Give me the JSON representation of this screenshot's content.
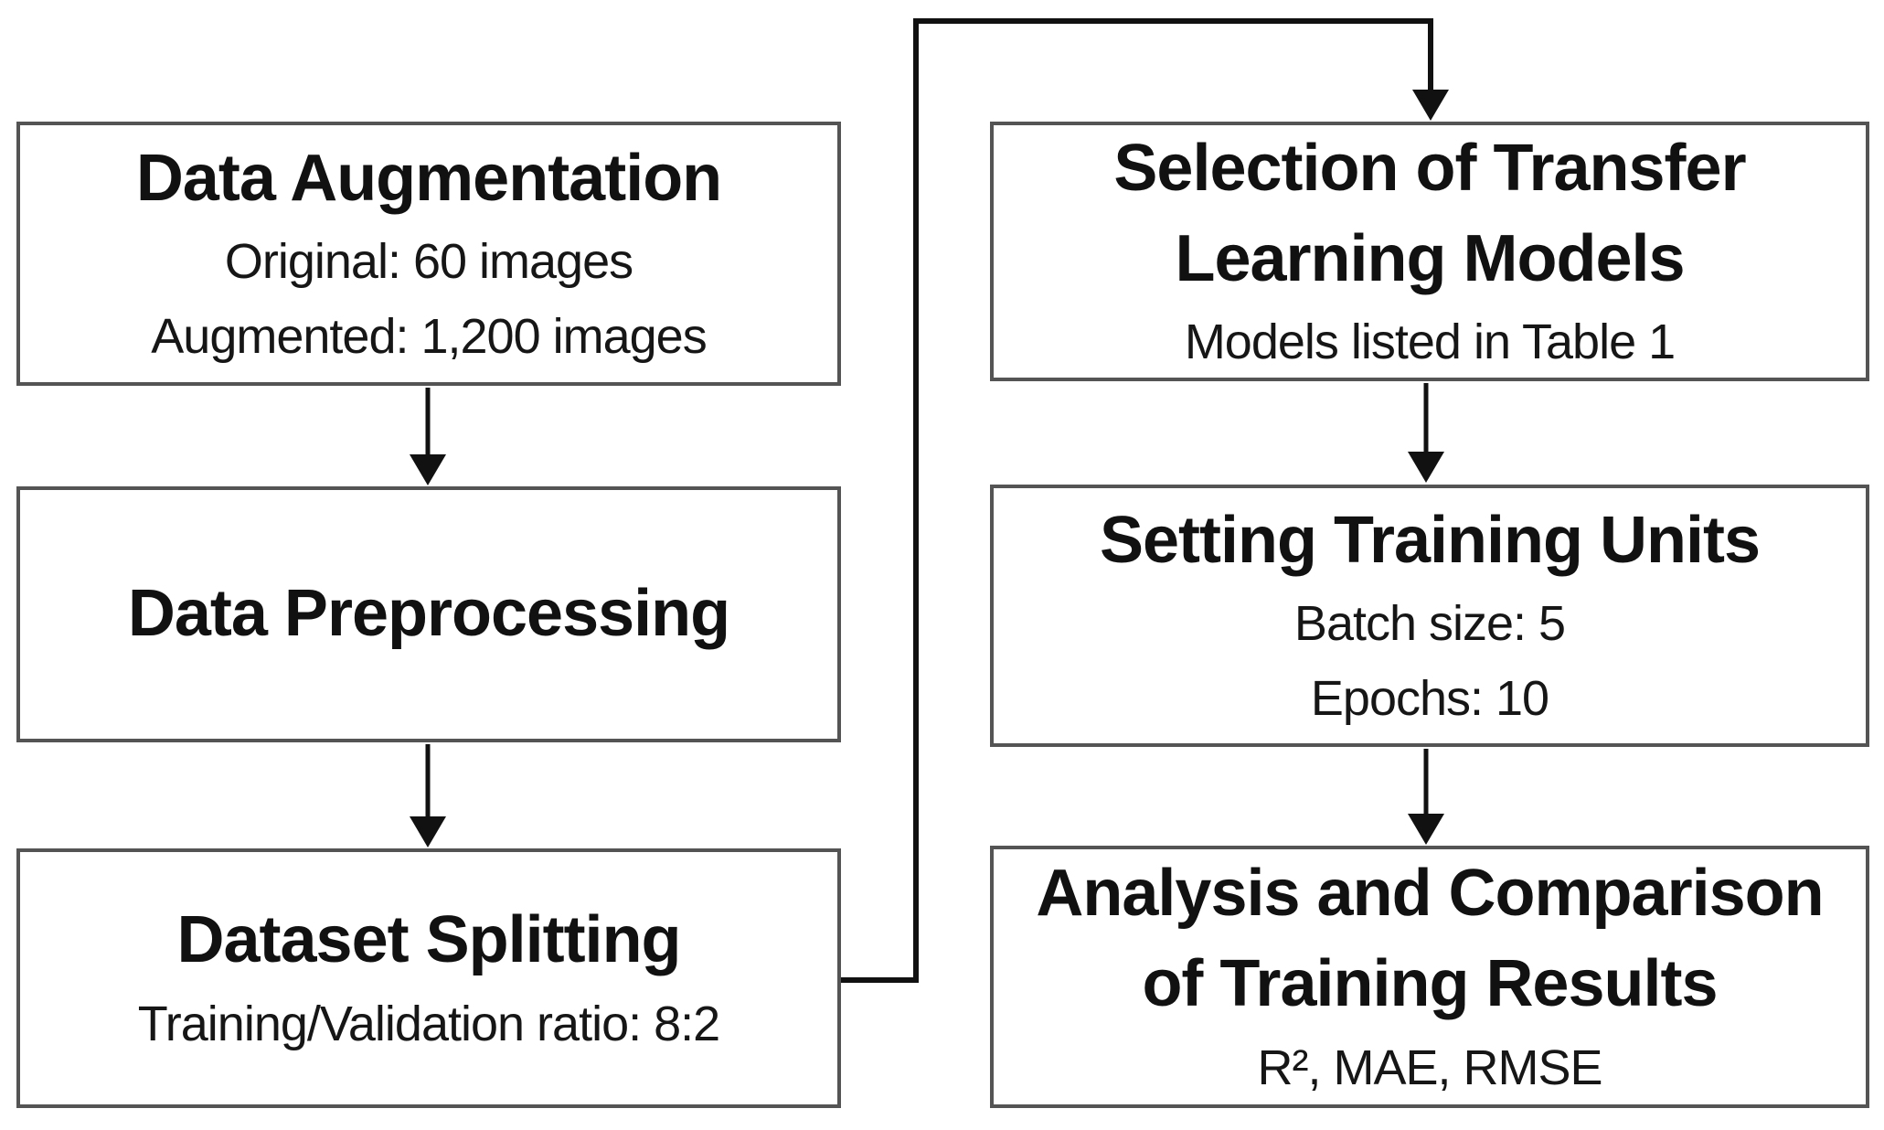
{
  "diagram": {
    "type": "flowchart",
    "colors": {
      "background": "#ffffff",
      "box_border": "#545454",
      "arrow": "#111111",
      "text": "#111111"
    },
    "nodes": {
      "data_augmentation": {
        "title": "Data Augmentation",
        "line1": "Original: 60 images",
        "line2": "Augmented: 1,200 images"
      },
      "data_preprocessing": {
        "title": "Data Preprocessing"
      },
      "dataset_splitting": {
        "title": "Dataset Splitting",
        "line1": "Training/Validation ratio: 8:2"
      },
      "selection_models": {
        "title_line1": "Selection of Transfer",
        "title_line2": "Learning Models",
        "line1": "Models listed in Table 1"
      },
      "training_units": {
        "title": "Setting Training Units",
        "line1": "Batch size: 5",
        "line2": "Epochs: 10"
      },
      "analysis": {
        "title_line1": "Analysis and Comparison",
        "title_line2": "of Training Results",
        "line1": "R², MAE, RMSE"
      }
    },
    "edges": [
      {
        "from": "data-augmentation",
        "to": "data-preprocessing"
      },
      {
        "from": "data-preprocessing",
        "to": "dataset-splitting"
      },
      {
        "from": "dataset-splitting",
        "to": "selection-of-transfer-learning-models"
      },
      {
        "from": "selection-of-transfer-learning-models",
        "to": "setting-training-units"
      },
      {
        "from": "setting-training-units",
        "to": "analysis-and-comparison-of-training-results"
      }
    ]
  }
}
